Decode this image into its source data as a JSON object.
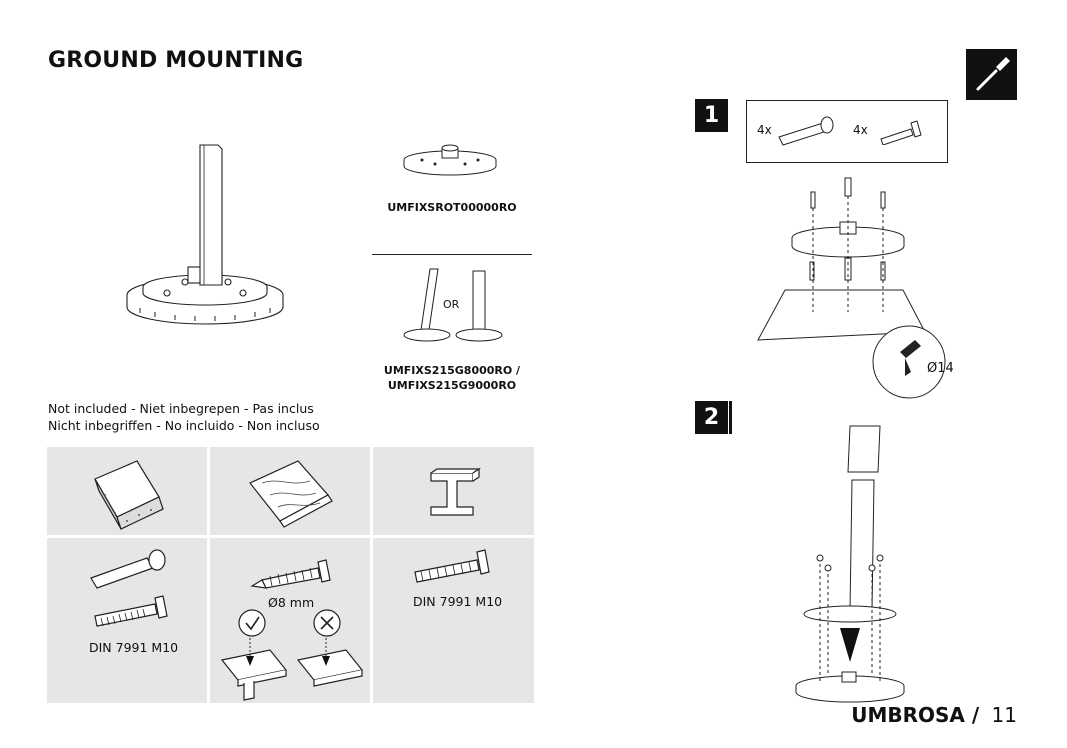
{
  "header": {
    "title": "GROUND MOUNTING"
  },
  "parts": {
    "code_rot": "UMFIXSROT00000RO",
    "or_label": "OR",
    "code_g8000": "UMFIXS215G8000RO /",
    "code_g9000": "UMFIXS215G9000RO"
  },
  "notice": {
    "line1": "Not included - Niet inbegrepen - Pas inclus",
    "line2": "Nicht inbegriffen - No incluido - Non incluso"
  },
  "materials": {
    "concrete_label": "DIN 7991 M10",
    "wood_screw_label": "Ø8 mm",
    "steel_label": "DIN 7991 M10"
  },
  "steps": {
    "step1_number": "1",
    "step2_number": "2",
    "anchor_qty": "4x",
    "bolt_qty": "4x",
    "drill_size": "Ø14"
  },
  "footer": {
    "brand": "UMBROSA /",
    "page_number": "11"
  }
}
